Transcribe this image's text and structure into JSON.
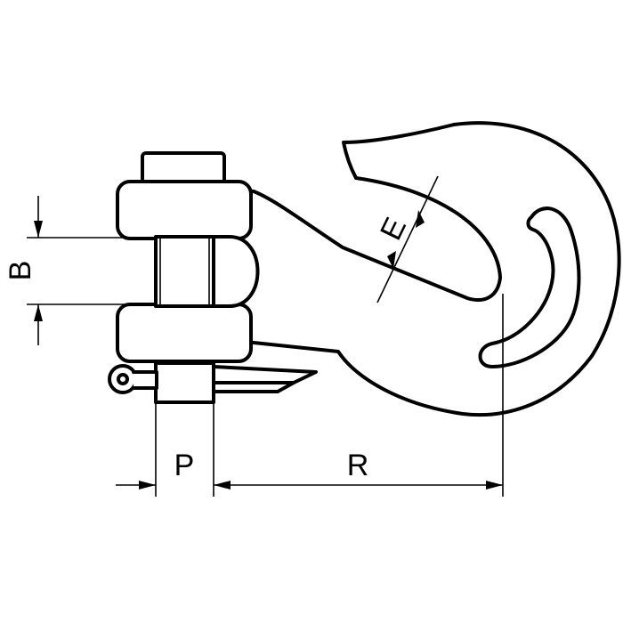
{
  "diagram": {
    "dimension_labels": {
      "b": "B",
      "e": "E",
      "p": "P",
      "r": "R"
    },
    "colors": {
      "line": "#000000",
      "background": "#ffffff"
    }
  }
}
